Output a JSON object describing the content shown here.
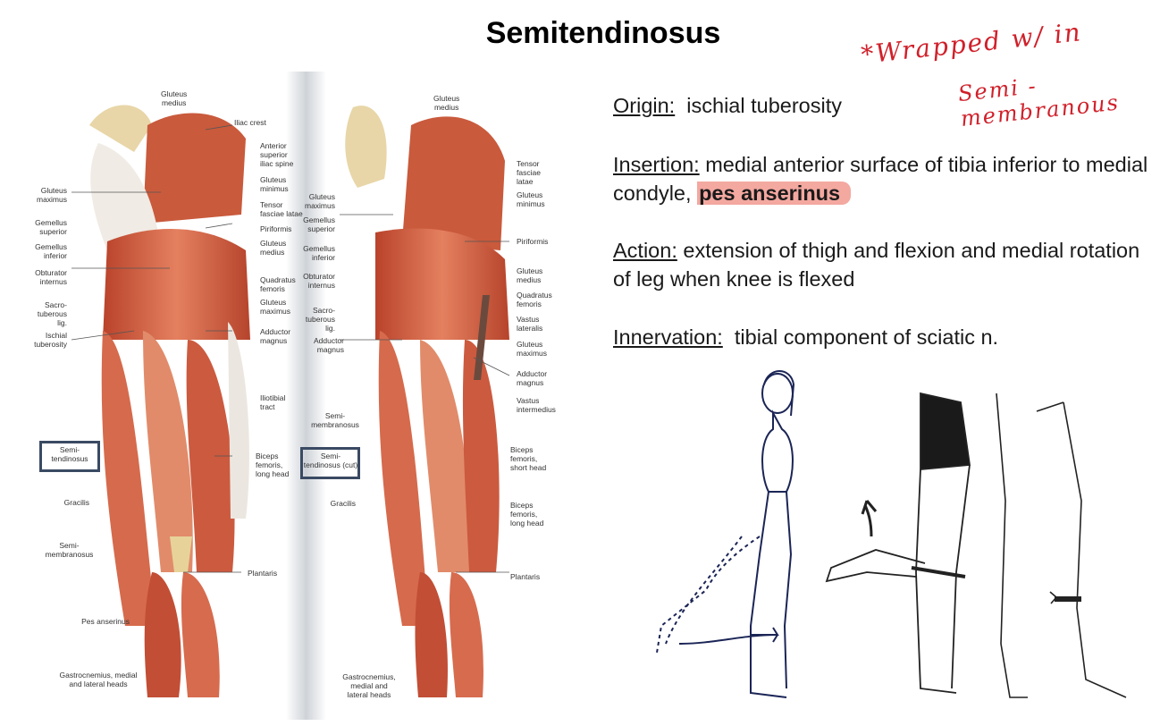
{
  "title": "Semitendinosus",
  "handwritten_note": {
    "line1": "*Wrapped w/ in",
    "line2": "Semi - membranous",
    "color": "#d0202a"
  },
  "origin": {
    "term": "Origin:",
    "text": "ischial tuberosity"
  },
  "insertion": {
    "term": "Insertion:",
    "text": "medial anterior surface of tibia inferior to medial condyle,",
    "highlight": "pes anserinus",
    "highlight_color": "#f3a8a0"
  },
  "action": {
    "term": "Action:",
    "text": "extension of thigh and flexion and medial rotation of leg when knee is flexed"
  },
  "innervation": {
    "term": "Innervation:",
    "text": "tibial component of sciatic n."
  },
  "left_figure_labels": {
    "gluteus_medius_top": "Gluteus\nmedius",
    "iliac_crest": "Iliac crest",
    "asis": "Anterior\nsuperior\niliac spine",
    "gluteus_minimus": "Gluteus\nminimus",
    "tensor_fasciae_latae": "Tensor\nfasciae latae",
    "piriformis": "Piriformis",
    "gluteus_medius_r": "Gluteus\nmedius",
    "quadratus_femoris": "Quadratus\nfemoris",
    "gluteus_maximus_r": "Gluteus\nmaximus",
    "adductor_magnus": "Adductor\nmagnus",
    "iliotibial_tract": "Iliotibial\ntract",
    "biceps_long": "Biceps\nfemoris,\nlong head",
    "plantaris": "Plantaris",
    "gluteus_maximus_l": "Gluteus\nmaximus",
    "gemellus_superior": "Gemellus\nsuperior",
    "gemellus_inferior": "Gemellus\ninferior",
    "obturator_internus": "Obturator\ninternus",
    "sacrotuberous": "Sacro-\ntuberous\nlig.",
    "ischial_tuberosity": "Ischial\ntuberosity",
    "semitendinosus": "Semi-\ntendinosus",
    "gracilis": "Gracilis",
    "semimembranosus": "Semi-\nmembranosus",
    "pes_anserinus": "Pes anserinus",
    "gastrocnemius": "Gastrocnemius, medial\nand lateral heads"
  },
  "right_figure_labels": {
    "gluteus_medius_top": "Gluteus\nmedius",
    "tensor_fasciae_latae": "Tensor\nfasciae\nlatae",
    "gluteus_minimus": "Gluteus\nminimus",
    "piriformis": "Piriformis",
    "gluteus_medius_r": "Gluteus\nmedius",
    "quadratus_femoris": "Quadratus\nfemoris",
    "vastus_lateralis": "Vastus\nlateralis",
    "gluteus_maximus_r": "Gluteus\nmaximus",
    "adductor_magnus_r": "Adductor\nmagnus",
    "vastus_intermedius": "Vastus\nintermedius",
    "biceps_short": "Biceps\nfemoris,\nshort head",
    "biceps_long": "Biceps\nfemoris,\nlong head",
    "plantaris": "Plantaris",
    "gluteus_maximus_l": "Gluteus\nmaximus",
    "gemellus_superior": "Gemellus\nsuperior",
    "gemellus_inferior": "Gemellus\ninferior",
    "obturator_internus": "Obturator\ninternus",
    "sacrotuberous": "Sacro-\ntuberous\nlig.",
    "adductor_magnus_l": "Adductor\nmagnus",
    "semimembranosus": "Semi-\nmembranosus",
    "semitendinosus_cut": "Semi-\ntendinosus (cut)",
    "gracilis": "Gracilis",
    "gastrocnemius": "Gastrocnemius,\nmedial and\nlateral heads"
  }
}
